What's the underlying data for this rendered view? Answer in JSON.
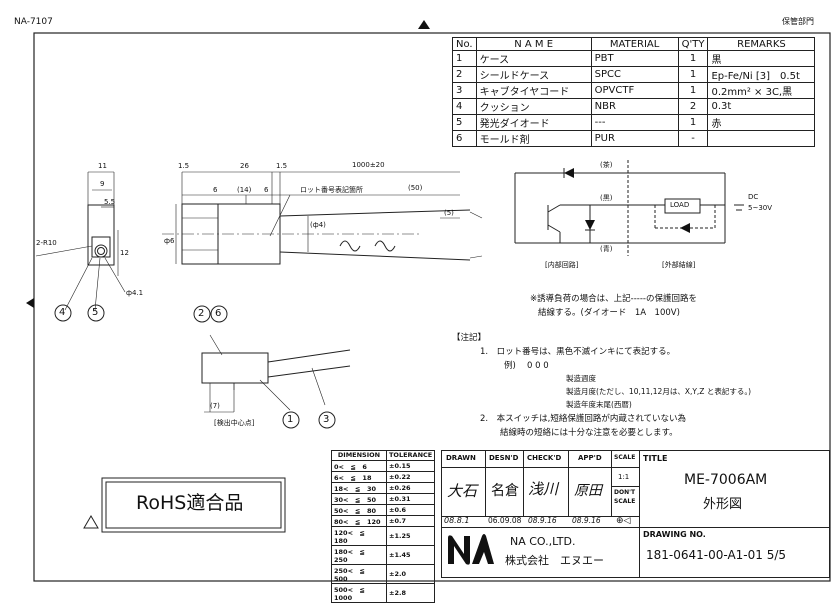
{
  "header": {
    "doc_id": "NA-7107",
    "dept": "保管部門"
  },
  "bom": {
    "headers": [
      "No.",
      "N A M E",
      "MATERIAL",
      "Q'TY",
      "REMARKS"
    ],
    "rows": [
      [
        "1",
        "ケース",
        "PBT",
        "1",
        "黒"
      ],
      [
        "2",
        "シールドケース",
        "SPCC",
        "1",
        "Ep-Fe/Ni [3]　0.5t"
      ],
      [
        "3",
        "キャブタイヤコード",
        "OPVCTF",
        "1",
        "0.2mm² × 3C,黒"
      ],
      [
        "4",
        "クッション",
        "NBR",
        "2",
        "0.3t"
      ],
      [
        "5",
        "発光ダイオード",
        "---",
        "1",
        "赤"
      ],
      [
        "6",
        "モールド剤",
        "PUR",
        "-",
        ""
      ]
    ]
  },
  "dims": {
    "d11": "11",
    "d9": "9",
    "d5_5": "5.5",
    "r10": "2-R10",
    "d12": "12",
    "d4_1": "ф4.1",
    "d1_5a": "1.5",
    "d26": "26",
    "d1_5b": "1.5",
    "d1000": "1000±20",
    "d6a": "6",
    "d14": "(14)",
    "d6b": "6",
    "lot": "ロット番号表記箇所",
    "d50": "(50)",
    "d5": "(5)",
    "d4": "(ф4)",
    "d6dia": "ф6",
    "d7": "(7)",
    "detect": "[検出中心点]"
  },
  "balloons": [
    "4",
    "5",
    "2",
    "6",
    "1",
    "3"
  ],
  "circuit": {
    "brown": "(茶)",
    "black": "(黒)",
    "blue": "(青)",
    "load": "LOAD",
    "dc": "DC",
    "voltage": "5~30V",
    "inner": "[内部回路]",
    "outer": "[外部結線]"
  },
  "note_protect": [
    "※誘導負荷の場合は、上記-----の保護回路を",
    "結線する。(ダイオード　1A　100V)"
  ],
  "notes": {
    "title": "【注記】",
    "n1": "1.　ロット番号は、黒色不滅インキにて表記する。",
    "example": "例)",
    "code": "0 0 0",
    "l1": "製造週度",
    "l2": "製造月度(ただし、10,11,12月は、X,Y,Z と表記する。)",
    "l3": "製造年度末尾(西暦)",
    "n2a": "2.　本スイッチは,短絡保護回路が内蔵されていない為",
    "n2b": "結線時の短絡には十分な注意を必要とします。"
  },
  "rohs": "RoHS適合品",
  "tolerance": {
    "headers": [
      "DIMENSION",
      "TOLERANCE"
    ],
    "rows": [
      [
        "0<　≦　6",
        "±0.15"
      ],
      [
        "6<　≦　18",
        "±0.22"
      ],
      [
        "18<　≦　30",
        "±0.26"
      ],
      [
        "30<　≦　50",
        "±0.31"
      ],
      [
        "50<　≦　80",
        "±0.6"
      ],
      [
        "80<　≦　120",
        "±0.7"
      ],
      [
        "120<　≦　180",
        "±1.25"
      ],
      [
        "180<　≦　250",
        "±1.45"
      ],
      [
        "250<　≦　500",
        "±2.0"
      ],
      [
        "500<　≦　1000",
        "±2.8"
      ]
    ]
  },
  "titleblock": {
    "drawn": "DRAWN",
    "desnd": "DESN'D",
    "checkd": "CHECK'D",
    "appd": "APP'D",
    "scale": "SCALE",
    "scale_val": "1:1",
    "dont": "DON'T",
    "dont2": "SCALE",
    "sig_drawn": "大石",
    "sig_desnd": "名倉",
    "sig_check": "浅川",
    "sig_app": "原田",
    "date_drawn": "08.8.1",
    "date_desnd": "06.09.08",
    "date_check": "08.9.16",
    "date_app": "08.9.16",
    "title_label": "TITLE",
    "model": "ME-7006AM",
    "drawing_name": "外形図",
    "company_en": "NA CO.,LTD.",
    "company_jp": "株式会社　エヌエー",
    "drawing_no_label": "DRAWING NO.",
    "drawing_no": "181-0641-00-A1-01 5/5"
  }
}
